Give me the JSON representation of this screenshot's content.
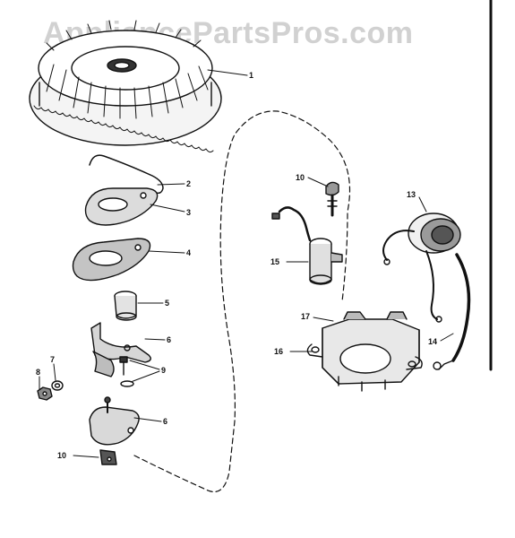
{
  "watermark": "AppliancePartsPros.com",
  "callouts": {
    "c1": "1",
    "c2": "2",
    "c3": "3",
    "c4": "4",
    "c5": "5",
    "c6a": "6",
    "c9": "9",
    "c8": "8",
    "c7": "7",
    "c6b": "6",
    "c10a": "10",
    "c10b": "10",
    "c15": "15",
    "c13": "13",
    "c17": "17",
    "c16": "16",
    "c14": "14"
  }
}
